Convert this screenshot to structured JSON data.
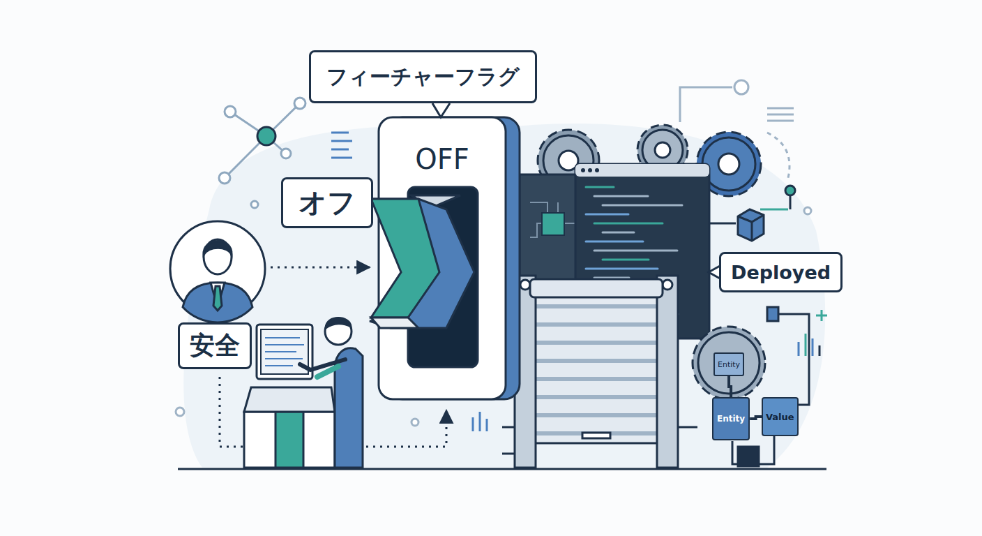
{
  "diagram": {
    "nodes": [
      {
        "text": [
          "フィーチャーフラグ"
        ]
      },
      {
        "text": [
          "OFF"
        ]
      },
      {
        "text": [
          "オフ"
        ]
      },
      {
        "text": [
          "安全"
        ]
      },
      {
        "text": [
          "Deployed"
        ]
      },
      {
        "text": [
          "Entity"
        ]
      },
      {
        "text": [
          "Entity"
        ]
      },
      {
        "text": [
          "Value"
        ]
      }
    ],
    "edges": [
      {
        "from": 5,
        "to": 6,
        "arrow": "none"
      },
      {
        "from": 6,
        "to": 7,
        "arrow": "none"
      }
    ]
  }
}
